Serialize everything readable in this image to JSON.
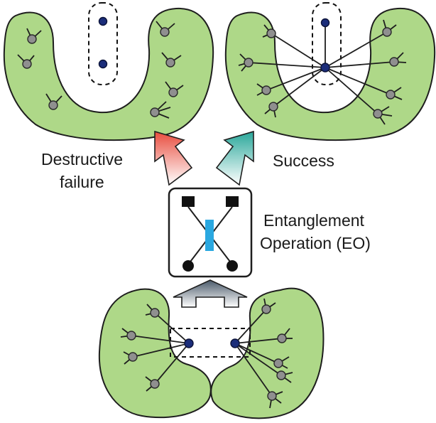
{
  "labels": {
    "failure_line1": "Destructive",
    "failure_line2": "failure",
    "success": "Success",
    "eo_line1": "Entanglement",
    "eo_line2": "Operation (EO)"
  },
  "colors": {
    "cluster_fill": "#aed888",
    "outline": "#1e1e1e",
    "photon_grey": "#8f8f8f",
    "photon_blue": "#1b2d7a",
    "failure_arrow": "#e84c3d",
    "success_arrow": "#2aa79a",
    "input_arrow": "#4a5a6a",
    "beamsplitter": "#2aa8e0"
  }
}
